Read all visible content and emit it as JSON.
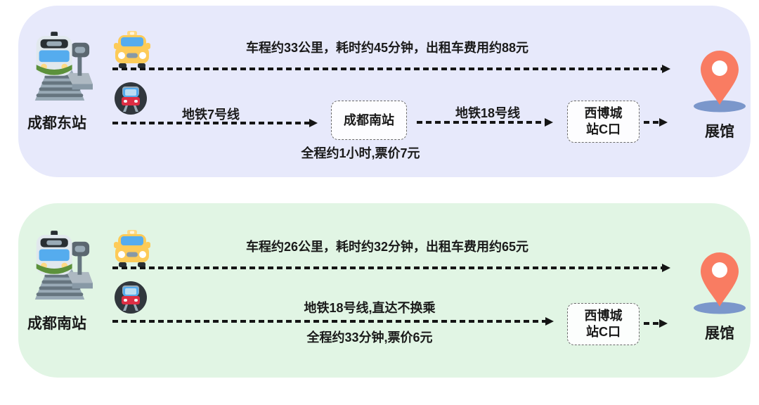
{
  "colors": {
    "panel_east_bg": "#E7E9FB",
    "panel_south_bg": "#E1F5E4",
    "arrow": "#151515",
    "pin": "#F97C62",
    "pin_shadow": "#7B97CB"
  },
  "panels": [
    {
      "station_label": "成都东站",
      "destination_label": "展馆",
      "bg_color": "#E7E9FB",
      "taxi_route": {
        "info": "车程约33公里，耗时约45分钟，出租车费用约88元"
      },
      "metro_route": {
        "leg1_label": "地铁7号线",
        "stop1_label": "成都南站",
        "leg2_label": "地铁18号线",
        "stop2_line1": "西博城",
        "stop2_line2": "站C口",
        "note": "全程约1小时,票价7元"
      }
    },
    {
      "station_label": "成都南站",
      "destination_label": "展馆",
      "bg_color": "#E1F5E4",
      "taxi_route": {
        "info": "车程约26公里，耗时约32分钟，出租车费用约65元"
      },
      "metro_route": {
        "leg1_label": "地铁18号线,直达不换乘",
        "stop1_line1": "西博城",
        "stop1_line2": "站C口",
        "note": "全程约33分钟,票价6元"
      }
    }
  ]
}
